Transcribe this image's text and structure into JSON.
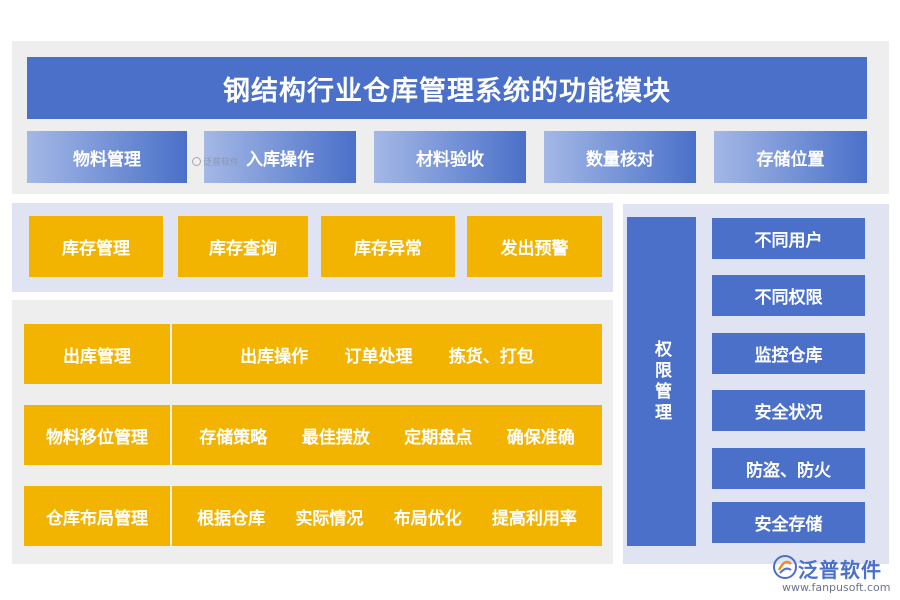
{
  "title": "钢结构行业仓库管理系统的功能模块",
  "top_tabs": [
    "物料管理",
    "入库操作",
    "材料验收",
    "数量核对",
    "存储位置"
  ],
  "watermark": "泛普软件",
  "inventory": [
    "库存管理",
    "库存查询",
    "库存异常",
    "发出预警"
  ],
  "operations": [
    {
      "label": "出库管理",
      "items": [
        "出库操作",
        "订单处理",
        "拣货、打包"
      ]
    },
    {
      "label": "物料移位管理",
      "items": [
        "存储策略",
        "最佳摆放",
        "定期盘点",
        "确保准确"
      ]
    },
    {
      "label": "仓库布局管理",
      "items": [
        "根据仓库",
        "实际情况",
        "布局优化",
        "提高利用率"
      ]
    }
  ],
  "permission": {
    "title": "权限管理",
    "items": [
      "不同用户",
      "不同权限",
      "监控仓库",
      "安全状况",
      "防盗、防火",
      "安全存储"
    ]
  },
  "brand": {
    "name": "泛普软件",
    "url": "www.fanpusoft.com"
  },
  "colors": {
    "blue": "#4a70c9",
    "yellow": "#f2b400",
    "light_blue": "#a4b8e6",
    "panel_gray": "#eeeeee",
    "panel_blue": "#dfe3f2"
  }
}
